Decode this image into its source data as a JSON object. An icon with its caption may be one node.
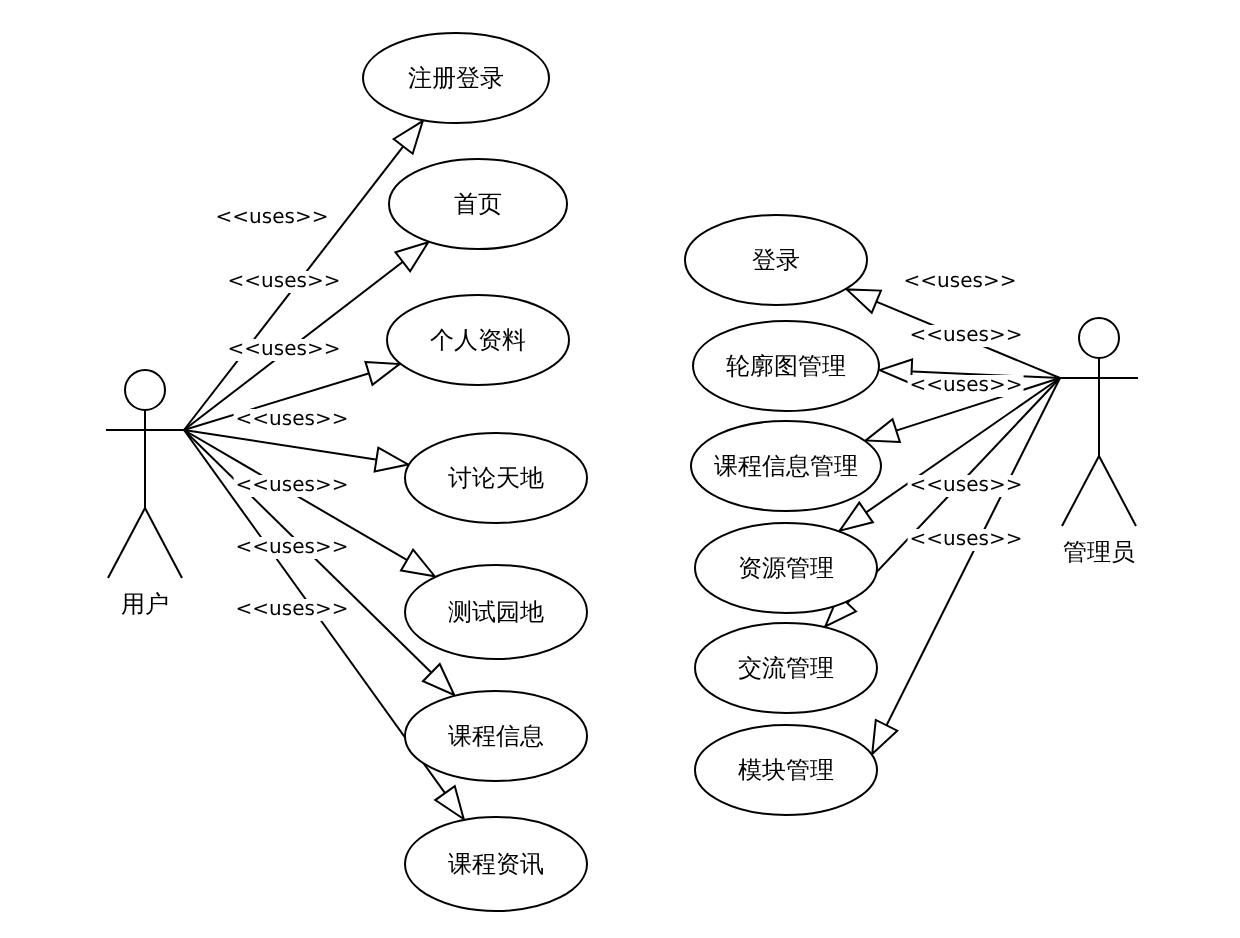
{
  "diagram": {
    "nodes": [
      {
        "text": [
          "用户"
        ]
      },
      {
        "text": [
          "注册登录"
        ]
      },
      {
        "text": [
          "首页"
        ]
      },
      {
        "text": [
          "个人资料"
        ]
      },
      {
        "text": [
          "讨论天地"
        ]
      },
      {
        "text": [
          "测试园地"
        ]
      },
      {
        "text": [
          "课程信息"
        ]
      },
      {
        "text": [
          "课程资讯"
        ]
      },
      {
        "text": [
          "登录"
        ]
      },
      {
        "text": [
          "轮廓图管理"
        ]
      },
      {
        "text": [
          "课程信息管理"
        ]
      },
      {
        "text": [
          "资源管理"
        ]
      },
      {
        "text": [
          "交流管理"
        ]
      },
      {
        "text": [
          "模块管理"
        ]
      },
      {
        "text": [
          "管理员"
        ]
      }
    ],
    "edges": [
      {
        "from": 0,
        "to": 1,
        "arrow": "to",
        "label": "<<uses>>"
      },
      {
        "from": 0,
        "to": 2,
        "arrow": "to",
        "label": "<<uses>>"
      },
      {
        "from": 0,
        "to": 3,
        "arrow": "to",
        "label": "<<uses>>"
      },
      {
        "from": 0,
        "to": 4,
        "arrow": "to",
        "label": "<<uses>>"
      },
      {
        "from": 0,
        "to": 5,
        "arrow": "to",
        "label": "<<uses>>"
      },
      {
        "from": 0,
        "to": 6,
        "arrow": "to",
        "label": "<<uses>>"
      },
      {
        "from": 0,
        "to": 7,
        "arrow": "to",
        "label": "<<uses>>"
      },
      {
        "from": 14,
        "to": 8,
        "arrow": "to",
        "label": "<<uses>>"
      },
      {
        "from": 14,
        "to": 9,
        "arrow": "to",
        "label": "<<uses>>"
      },
      {
        "from": 14,
        "to": 10,
        "arrow": "to",
        "label": "<<uses>>"
      },
      {
        "from": 14,
        "to": 11,
        "arrow": "to",
        "label": "<<uses>>"
      },
      {
        "from": 14,
        "to": 12,
        "arrow": "to",
        "label": "<<uses>>"
      },
      {
        "from": 14,
        "to": 13,
        "arrow": "to"
      }
    ]
  }
}
